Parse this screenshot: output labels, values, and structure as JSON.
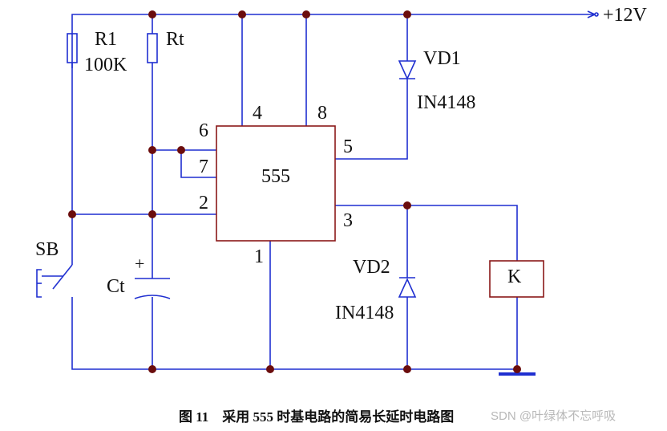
{
  "supply_label": "+12V",
  "components": {
    "r1": {
      "name": "R1",
      "value": "100K"
    },
    "rt": {
      "name": "Rt"
    },
    "ic": {
      "name": "555"
    },
    "vd1": {
      "name": "VD1",
      "part": "IN4148"
    },
    "vd2": {
      "name": "VD2",
      "part": "IN4148"
    },
    "relay": {
      "name": "K"
    },
    "switch": {
      "name": "SB"
    },
    "cap": {
      "name": "Ct",
      "polarity": "+"
    }
  },
  "pins": {
    "p1": "1",
    "p2": "2",
    "p3": "3",
    "p4": "4",
    "p5": "5",
    "p6": "6",
    "p7": "7",
    "p8": "8"
  },
  "caption": {
    "text": "图 11    采用 555 时基电路的简易长延时电路图",
    "watermark": "SDN @叶绿体不忘呼吸"
  },
  "colors": {
    "wire": "#1f2fd0",
    "chip_outline": "#8a1818",
    "junction": "#6b0d0d",
    "text": "#111111"
  }
}
